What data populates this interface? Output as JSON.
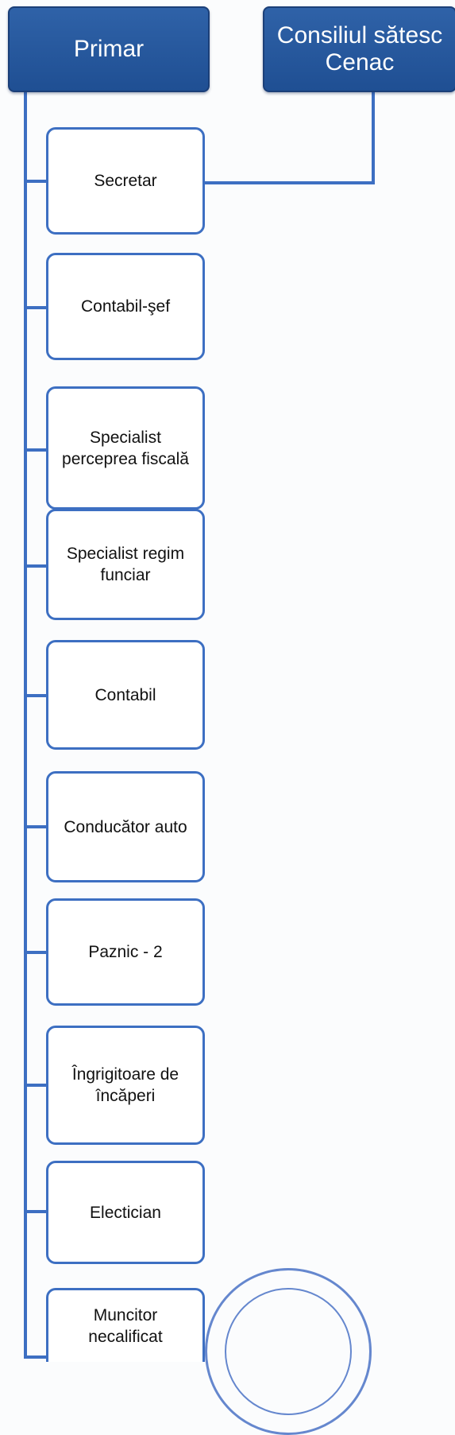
{
  "diagram": {
    "header": {
      "primar": "Primar",
      "consiliul": "Consiliul sătesc Cenac"
    },
    "positions": [
      {
        "label": "Secretar"
      },
      {
        "label": "Contabil-şef"
      },
      {
        "label": "Specialist perceprea fiscală"
      },
      {
        "label": "Specialist regim funciar"
      },
      {
        "label": "Contabil"
      },
      {
        "label": "Conducător auto"
      },
      {
        "label": "Paznic - 2"
      },
      {
        "label": "Îngrigitoare de încăperi"
      },
      {
        "label": "Electician"
      },
      {
        "label": "Muncitor necalificat"
      }
    ],
    "colors": {
      "header_fill": "#2a5aa0",
      "connector": "#3d6fc2",
      "node_border": "#3d6fc2",
      "seal": "#4b73c6"
    }
  }
}
